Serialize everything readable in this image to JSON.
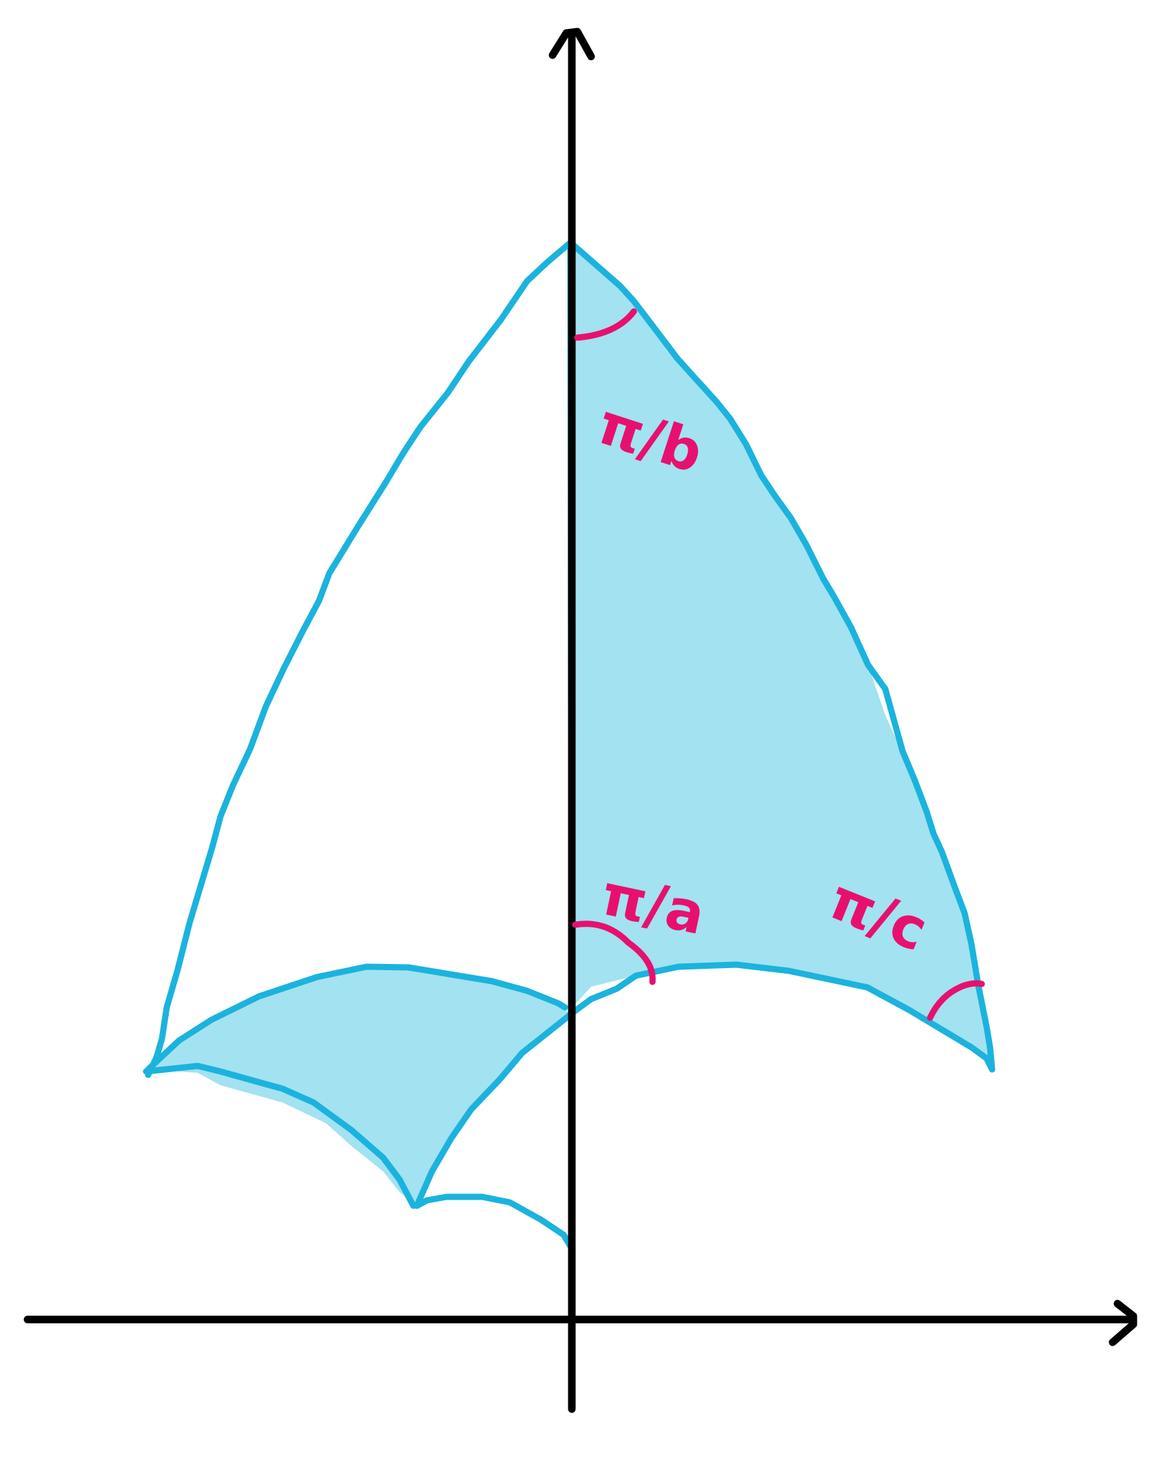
{
  "colors": {
    "axes": "#000000",
    "edges": "#1BB3DD",
    "shading": "#A3E2F0",
    "angle_marks": "#E8106F"
  },
  "labels": {
    "angle_b": "π/b",
    "angle_a": "π/a",
    "angle_c": "π/c"
  }
}
